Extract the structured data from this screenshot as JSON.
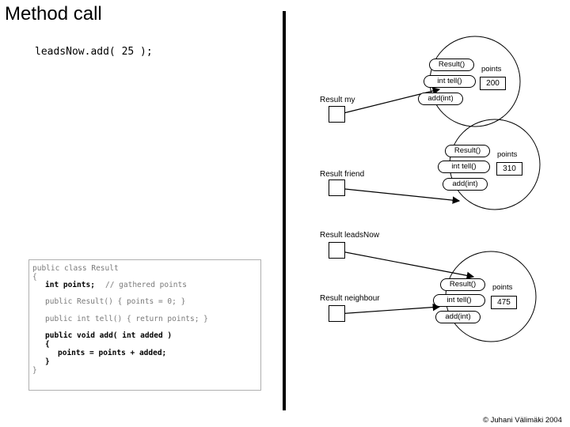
{
  "title": "Method call",
  "call_statement": "leadsNow.add( 25 );",
  "variables": {
    "my": "Result my",
    "friend": "Result friend",
    "leadsNow": "Result leadsNow",
    "neighbour": "Result neighbour"
  },
  "objects": [
    {
      "constructor": "Result()",
      "getter": "int tell()",
      "adder": "add(int)",
      "field": "points",
      "value": "200"
    },
    {
      "constructor": "Result()",
      "getter": "int tell()",
      "adder": "add(int)",
      "field": "points",
      "value": "310"
    },
    {
      "constructor": "Result()",
      "getter": "int tell()",
      "adder": "add(int)",
      "field": "points",
      "value": "475"
    }
  ],
  "code": {
    "l1": "public class Result",
    "l2": "{",
    "l3": "int points;",
    "l3c": "// gathered points",
    "l4": "public Result() { points = 0; }",
    "l5": "public int tell() { return points; }",
    "l6": "public void add( int added )",
    "l7": "{",
    "l8": "points = points + added;",
    "l9": "}",
    "l10": "}"
  },
  "copyright": "Juhani Välimäki 2004",
  "copyright_symbol": "©"
}
